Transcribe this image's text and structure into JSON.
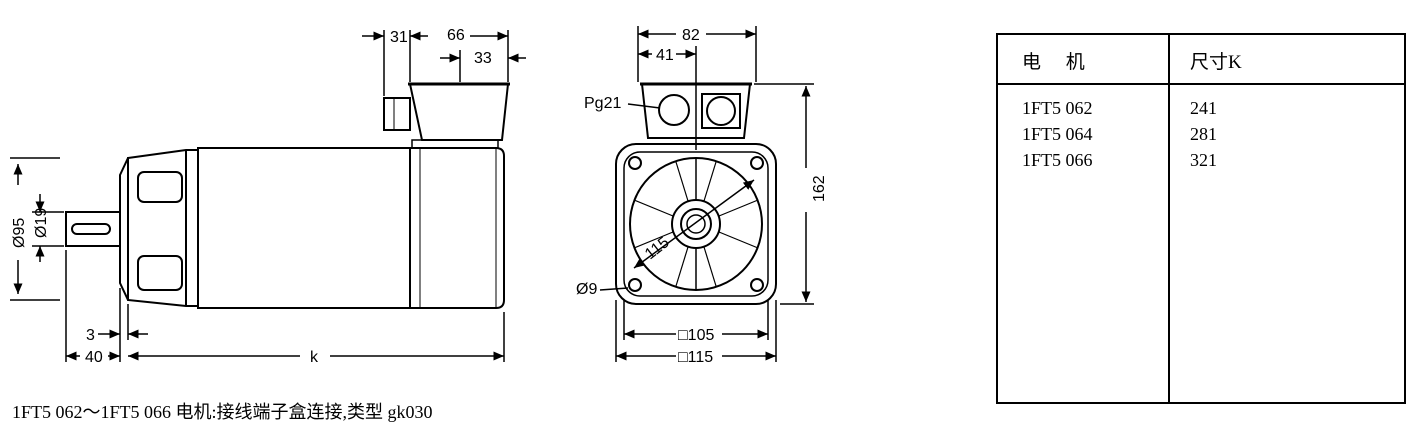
{
  "side_view": {
    "dims": {
      "d31": "31",
      "d66": "66",
      "d33": "33",
      "d95": "Ø95",
      "d19": "Ø19",
      "d3": "3",
      "d40": "40",
      "dk": "k"
    }
  },
  "front_view": {
    "dims": {
      "d82": "82",
      "d41": "41",
      "pg21": "Pg21",
      "d162": "162",
      "d115_diag": "115",
      "d9": "Ø9",
      "sq105": "□105",
      "sq115": "□115"
    }
  },
  "table": {
    "header_motor": "电 机",
    "header_size": "尺寸K",
    "rows": [
      {
        "motor": "1FT5 062",
        "k": "241"
      },
      {
        "motor": "1FT5 064",
        "k": "281"
      },
      {
        "motor": "1FT5 066",
        "k": "321"
      }
    ]
  },
  "caption": "1FT5 062～1FT5 066 电机:接线端子盒连接,类型 gk030"
}
